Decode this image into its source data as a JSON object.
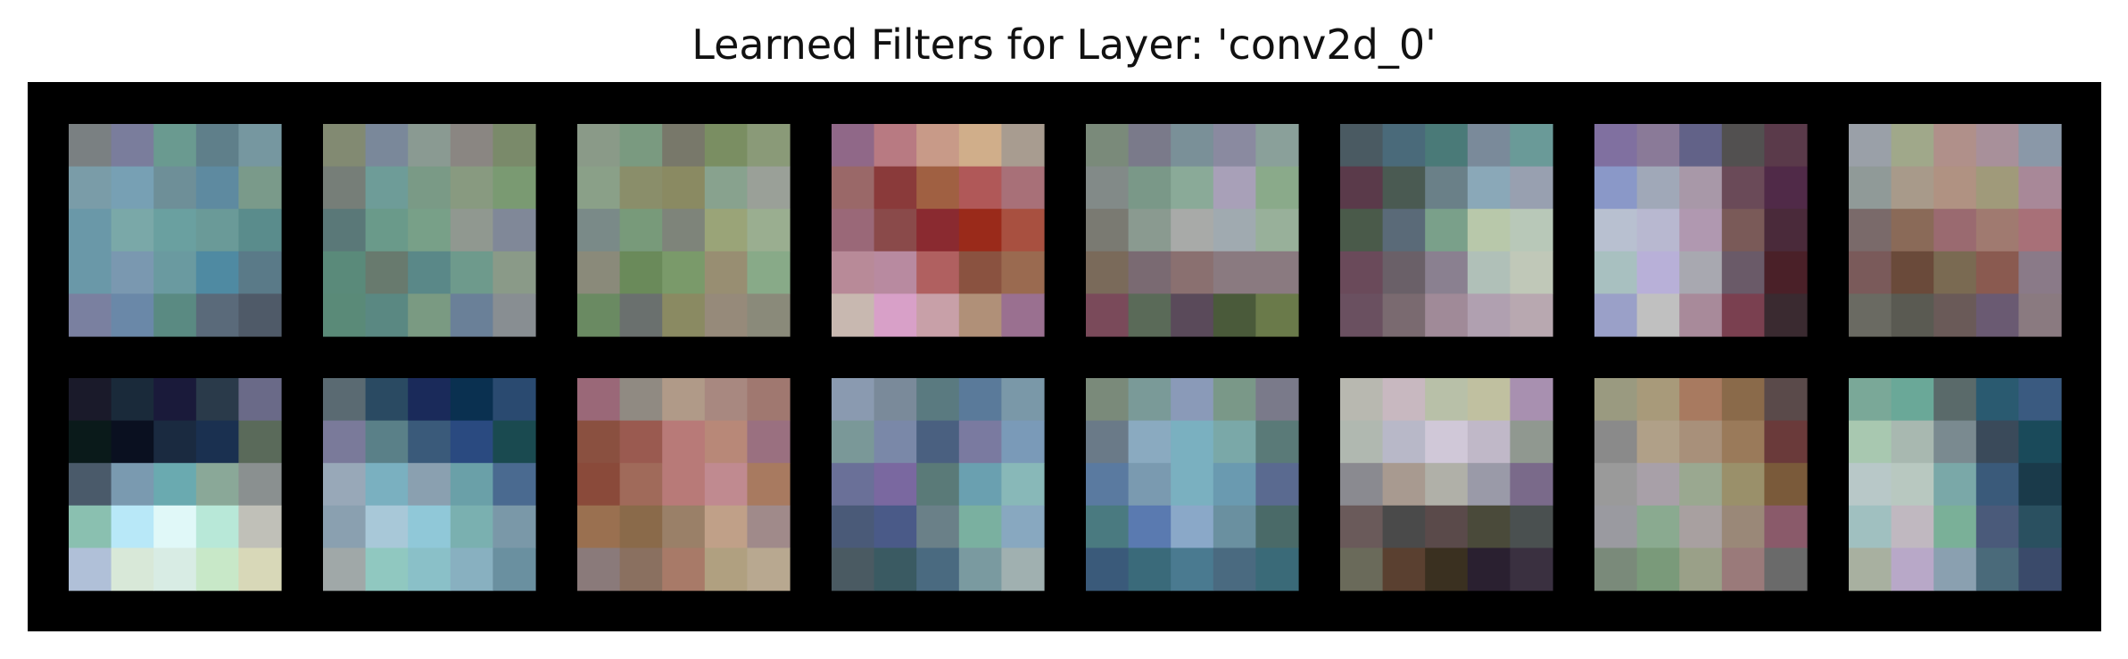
{
  "title": "Learned Filters for Layer: 'conv2d_0'",
  "colors": {
    "background": "#000000",
    "page": "#ffffff"
  },
  "chart_data": {
    "type": "heatmap",
    "title": "Learned Filters for Layer: 'conv2d_0'",
    "layout": {
      "rows": 2,
      "cols": 8,
      "kernel_size": 5
    },
    "filters": [
      [
        [
          "#7a8082",
          "#7a7d9c",
          "#6a9a90",
          "#5f7f8a",
          "#7697a0"
        ],
        [
          "#7a9ca8",
          "#77a0b4",
          "#6e8f98",
          "#5e8aa0",
          "#7a9a8a"
        ],
        [
          "#6a98a8",
          "#7aa8a8",
          "#6aa0a0",
          "#6a9a98",
          "#5a8c8c"
        ],
        [
          "#6a98a8",
          "#7a98b0",
          "#6a9aa0",
          "#4f8aa2",
          "#5a7a88"
        ],
        [
          "#7a80a0",
          "#6a88a8",
          "#5a8a82",
          "#5a6a7a",
          "#4f5a68"
        ]
      ],
      [
        [
          "#828a72",
          "#7a889a",
          "#8a9a92",
          "#8a8682",
          "#7a8a6a"
        ],
        [
          "#767e78",
          "#6e9c98",
          "#7a9a86",
          "#889a80",
          "#7a9a72"
        ],
        [
          "#5a7878",
          "#6a9a8a",
          "#78a088",
          "#909890",
          "#808898"
        ],
        [
          "#5a8a7a",
          "#687a6e",
          "#5a8888",
          "#6e9a8c",
          "#8a9a88"
        ],
        [
          "#5a8a78",
          "#5a8882",
          "#7a9a82",
          "#6a8098",
          "#888e92"
        ]
      ],
      [
        [
          "#8a9a88",
          "#7a9a80",
          "#78786a",
          "#7a8e62",
          "#8a9a78"
        ],
        [
          "#8aa088",
          "#8a8e6a",
          "#8a8a62",
          "#88a28e",
          "#9aa098"
        ],
        [
          "#7a8a88",
          "#789a7a",
          "#7e847a",
          "#9aa478",
          "#9aae90"
        ],
        [
          "#8a8a7a",
          "#6a8a5a",
          "#7a9a6a",
          "#988e72",
          "#88aa88"
        ],
        [
          "#6a8a62",
          "#6a706e",
          "#8a8a62",
          "#968a7a",
          "#8a8a7a"
        ]
      ],
      [
        [
          "#906888",
          "#b87a82",
          "#c89a88",
          "#d0ae8a",
          "#a89c90"
        ],
        [
          "#9a6868",
          "#8a3a3a",
          "#a06042",
          "#b05858",
          "#a87078"
        ],
        [
          "#9a6878",
          "#8a4a4a",
          "#8a2a30",
          "#9a2a1a",
          "#a85040"
        ],
        [
          "#b88a98",
          "#b88aa0",
          "#b06060",
          "#8a5240",
          "#9a6a50"
        ],
        [
          "#c8b8b0",
          "#d8a0c8",
          "#c8a0a8",
          "#b09078",
          "#9a7090"
        ]
      ],
      [
        [
          "#7a8a7a",
          "#7a7a8a",
          "#7a9098",
          "#8a8aa0",
          "#8aa09a"
        ],
        [
          "#828a88",
          "#7a9888",
          "#8aaa98",
          "#a8a0b8",
          "#8aaa8a"
        ],
        [
          "#7a7a72",
          "#8a9a90",
          "#a8aaa8",
          "#a0aab0",
          "#98b09a"
        ],
        [
          "#7a6a5a",
          "#7a6a72",
          "#8a7070",
          "#8a7a80",
          "#8a7a80"
        ],
        [
          "#7a4a5a",
          "#5a6a58",
          "#5a4a5a",
          "#4a5a3a",
          "#6a7a4a"
        ]
      ],
      [
        [
          "#4a5a62",
          "#4a6a7a",
          "#4a7a78",
          "#7a8a9a",
          "#6a9a98"
        ],
        [
          "#5a3a4a",
          "#4a5a52",
          "#6a8088",
          "#8aa8b8",
          "#98a0b0"
        ],
        [
          "#4a5a4a",
          "#5a6a78",
          "#7aa08a",
          "#b8c8aa",
          "#b8c8b8"
        ],
        [
          "#6a4a5a",
          "#6a6068",
          "#8a8090",
          "#b0c0b8",
          "#c0c8b8"
        ],
        [
          "#6a5060",
          "#7a6a70",
          "#a08a98",
          "#b0a0b0",
          "#b8a8b0"
        ]
      ],
      [
        [
          "#8070a0",
          "#8a7a98",
          "#626288",
          "#525050",
          "#5a3a4a"
        ],
        [
          "#8a98c8",
          "#a0a8b8",
          "#a898a8",
          "#6a4a58",
          "#502a48"
        ],
        [
          "#b8c0d0",
          "#b8b8d0",
          "#b098b0",
          "#7a5a58",
          "#4a2a3a"
        ],
        [
          "#a8c0c0",
          "#b8b0d8",
          "#a8a8b0",
          "#6a5a68",
          "#4a2028"
        ],
        [
          "#9aa0c8",
          "#c0c0c0",
          "#a88a9a",
          "#7a4050",
          "#3a2a30"
        ]
      ],
      [
        [
          "#9aa0a8",
          "#a0a88a",
          "#b0908a",
          "#a8909a",
          "#8a98a8"
        ],
        [
          "#909a98",
          "#a89a8a",
          "#b09282",
          "#a09a7a",
          "#a88898"
        ],
        [
          "#7a6a6a",
          "#8a6a58",
          "#9a6a70",
          "#a07a70",
          "#a87078"
        ],
        [
          "#7a5a5a",
          "#6a4a3a",
          "#7a6a52",
          "#8a5a50",
          "#8a7a88"
        ],
        [
          "#6a6a62",
          "#5a5a52",
          "#6a5a58",
          "#6a5a72",
          "#8a7a80"
        ]
      ],
      [
        [
          "#1a1a2a",
          "#1a2a3a",
          "#1a1a3a",
          "#2a3a4a",
          "#6a6a88"
        ],
        [
          "#0a1a1a",
          "#0a1020",
          "#1a2a40",
          "#1a3050",
          "#5a6a5a"
        ],
        [
          "#4a5a6a",
          "#7a9ab0",
          "#6aaab0",
          "#8aa898",
          "#8a9090"
        ],
        [
          "#8ac0b0",
          "#b8e8f8",
          "#e0f8f8",
          "#b8e8d8",
          "#c0c0b8"
        ],
        [
          "#b0c0d8",
          "#d8e8d8",
          "#d8ece4",
          "#c8e8c8",
          "#d8d8b8"
        ]
      ],
      [
        [
          "#5a6a72",
          "#2a4a62",
          "#1a2a5a",
          "#0a3050",
          "#2a4a70"
        ],
        [
          "#7a7a9a",
          "#5a8088",
          "#3a5a7a",
          "#2a4a80",
          "#1a4a50"
        ],
        [
          "#98a8b8",
          "#7ab0c0",
          "#8aa0b0",
          "#6aa0a8",
          "#4a6a90"
        ],
        [
          "#8aa0b0",
          "#a8c8d8",
          "#90c8d8",
          "#7ab0b0",
          "#7a98a8"
        ],
        [
          "#a0a8a8",
          "#90c8c0",
          "#8ac0c8",
          "#88b0c0",
          "#6a90a0"
        ]
      ],
      [
        [
          "#9a6878",
          "#908a82",
          "#b09a88",
          "#a88880",
          "#a07870"
        ],
        [
          "#8a5040",
          "#9a5a50",
          "#b87a78",
          "#b88878",
          "#9a7080"
        ],
        [
          "#8a4a3a",
          "#a06a5a",
          "#b87a78",
          "#c08a90",
          "#a87a60"
        ],
        [
          "#9a7050",
          "#8a6a4a",
          "#9a8068",
          "#c0a088",
          "#a08a8a"
        ],
        [
          "#8a7a7a",
          "#8a7060",
          "#a87a68",
          "#b0a080",
          "#b8a890"
        ]
      ],
      [
        [
          "#8a9ab0",
          "#7a8a9a",
          "#5a7a80",
          "#5a7a9a",
          "#7a98a8"
        ],
        [
          "#7a9898",
          "#7a88a8",
          "#4a6080",
          "#7a7aa0",
          "#7a9ab8"
        ],
        [
          "#6a7098",
          "#7a68a0",
          "#5a7a78",
          "#6aa0b0",
          "#88b8b8"
        ],
        [
          "#4a5a78",
          "#4a5a88",
          "#6a8088",
          "#7ab0a0",
          "#88a8c0"
        ],
        [
          "#4a5a62",
          "#3a5a62",
          "#4a6a80",
          "#7a9aa0",
          "#a0b0b0"
        ]
      ],
      [
        [
          "#7a8a7a",
          "#7a9a98",
          "#8a9ab8",
          "#7a9888",
          "#7a7a8a"
        ],
        [
          "#6a7a88",
          "#8aaac0",
          "#7ab0c0",
          "#7aa8a8",
          "#5a7a78"
        ],
        [
          "#5a7aa0",
          "#7a9ab0",
          "#7ab0c0",
          "#6a9ab0",
          "#5a6a90"
        ],
        [
          "#4a7a80",
          "#5a7ab0",
          "#8aa8c8",
          "#6a90a0",
          "#4a6a68"
        ],
        [
          "#3a5a7a",
          "#3a6a7a",
          "#4a7a90",
          "#4a6a80",
          "#3a6a78"
        ]
      ],
      [
        [
          "#b8b8b0",
          "#c8b8c0",
          "#b8c0a8",
          "#c0c0a0",
          "#a890b0"
        ],
        [
          "#b0b8b0",
          "#b8b8c8",
          "#d0c8d8",
          "#c0b8c8",
          "#909890"
        ],
        [
          "#8a8a90",
          "#a89a90",
          "#b0b0a8",
          "#9a9aa8",
          "#7a6a8a"
        ],
        [
          "#6a5a5a",
          "#4a4a4a",
          "#5a4a4a",
          "#4a4a3a",
          "#4a5050"
        ],
        [
          "#6a6a5a",
          "#5a4030",
          "#3a3020",
          "#2a2030",
          "#3a3040"
        ]
      ],
      [
        [
          "#9a9a80",
          "#a89a7a",
          "#a87a60",
          "#8a6a4a",
          "#5a4a4a"
        ],
        [
          "#8a8a8a",
          "#b0a088",
          "#a8907a",
          "#9a7a5a",
          "#6a3a3a"
        ],
        [
          "#9a9a9a",
          "#a8a0a8",
          "#9aa890",
          "#9a906a",
          "#7a5a3a"
        ],
        [
          "#9a9aa0",
          "#8aaa90",
          "#a8a0a0",
          "#9a8878",
          "#8a5a6a"
        ],
        [
          "#7a8a7a",
          "#7a9a7a",
          "#9aa088",
          "#9a7a7a",
          "#6a6a6a"
        ]
      ],
      [
        [
          "#7aa898",
          "#6aa898",
          "#5a6a6a",
          "#2a5a70",
          "#3a5a80"
        ],
        [
          "#a8c8b0",
          "#a8b8b0",
          "#7a8a90",
          "#3a4a5a",
          "#1a4a5a"
        ],
        [
          "#b8c8c8",
          "#b8c8c0",
          "#7aa8a8",
          "#3a5a7a",
          "#1a3a4a"
        ],
        [
          "#a0c0c0",
          "#c0b8c0",
          "#7ab098",
          "#4a5a7a",
          "#2a5060"
        ],
        [
          "#a8b0a0",
          "#b8a8c8",
          "#8aa0b0",
          "#4a6a7a",
          "#3a4a6a"
        ]
      ]
    ]
  }
}
